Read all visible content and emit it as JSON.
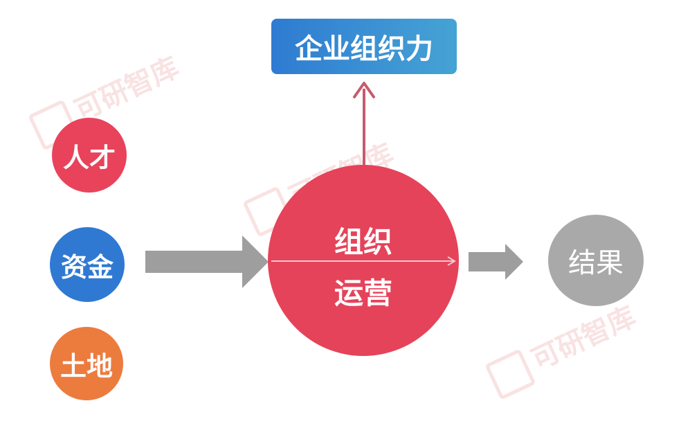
{
  "header": {
    "label": "企业组织力",
    "color_from": "#2E7BD2",
    "color_to": "#46A3D4"
  },
  "inputs": [
    {
      "label": "人才",
      "color": "#E8435A"
    },
    {
      "label": "资金",
      "color": "#2F79D3"
    },
    {
      "label": "土地",
      "color": "#EC7B3E"
    }
  ],
  "center": {
    "top_label": "组织",
    "bottom_label": "运营",
    "color": "#E5435A"
  },
  "output": {
    "label": "结果",
    "color": "#A9A9A9"
  },
  "arrow_colors": {
    "flow": "#9E9E9E",
    "up": "#C65C6C",
    "divider": "#F4C8CE"
  },
  "watermark": {
    "text": "可研智库"
  }
}
